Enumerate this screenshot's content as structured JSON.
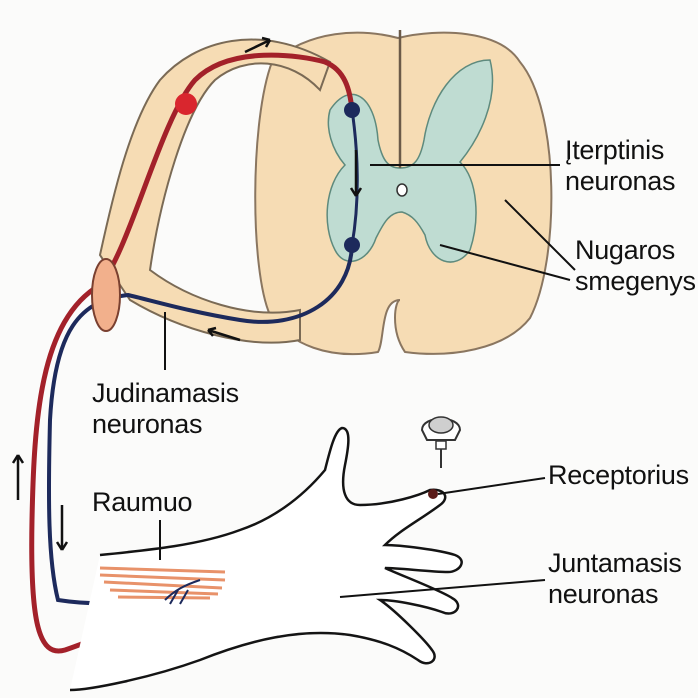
{
  "diagram": {
    "labels": {
      "iterptinis_line1": "Įterptinis",
      "iterptinis_line2": "neuronas",
      "nugaros_line1": "Nugaros",
      "nugaros_line2": "smegenys",
      "judinamasis_line1": "Judinamasis",
      "judinamasis_line2": "neuronas",
      "raumuo": "Raumuo",
      "receptorius": "Receptorius",
      "juntamasis_line1": "Juntamasis",
      "juntamasis_line2": "neuronas"
    },
    "colors": {
      "cord_tissue": "#f6dcb4",
      "grey_matter": "#bfdcd2",
      "sensory_neuron": "#a3212a",
      "motor_neuron": "#1d2a5c",
      "outline": "#141414",
      "ganglion": "#f2b08c",
      "cell_body_sensory": "#d9262e",
      "muscle": "#e8926a"
    },
    "icons": [
      "pin-icon"
    ]
  }
}
